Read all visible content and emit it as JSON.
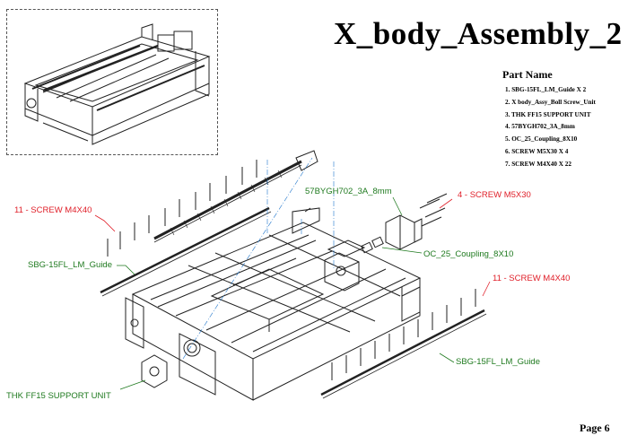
{
  "title": "X_body_Assembly_2",
  "parts": {
    "heading": "Part Name",
    "items": [
      "1. SBG-15FL_LM_Guide X 2",
      "2. X body_Assy_Boll Screw_Unit",
      "3. THK FF15 SUPPORT UNIT",
      "4. 57BYGH702_3A_8mm",
      "5. OC_25_Coupling_8X10",
      "6. SCREW M5X30 X 4",
      "7. SCREW M4X40 X 22"
    ]
  },
  "callouts": {
    "screw_m4x40_left": "11 - SCREW M4X40",
    "lm_guide_left": "SBG-15FL_LM_Guide",
    "motor": "57BYGH702_3A_8mm",
    "screw_m5x30": "4 - SCREW M5X30",
    "coupling": "OC_25_Coupling_8X10",
    "screw_m4x40_right": "11 - SCREW M4X40",
    "lm_guide_right": "SBG-15FL_LM_Guide",
    "support_unit": "THK FF15 SUPPORT UNIT"
  },
  "page_label": "Page 6",
  "colors": {
    "red_callout": "#e0202a",
    "green_callout": "#1f7a1f",
    "line": "#222222"
  }
}
